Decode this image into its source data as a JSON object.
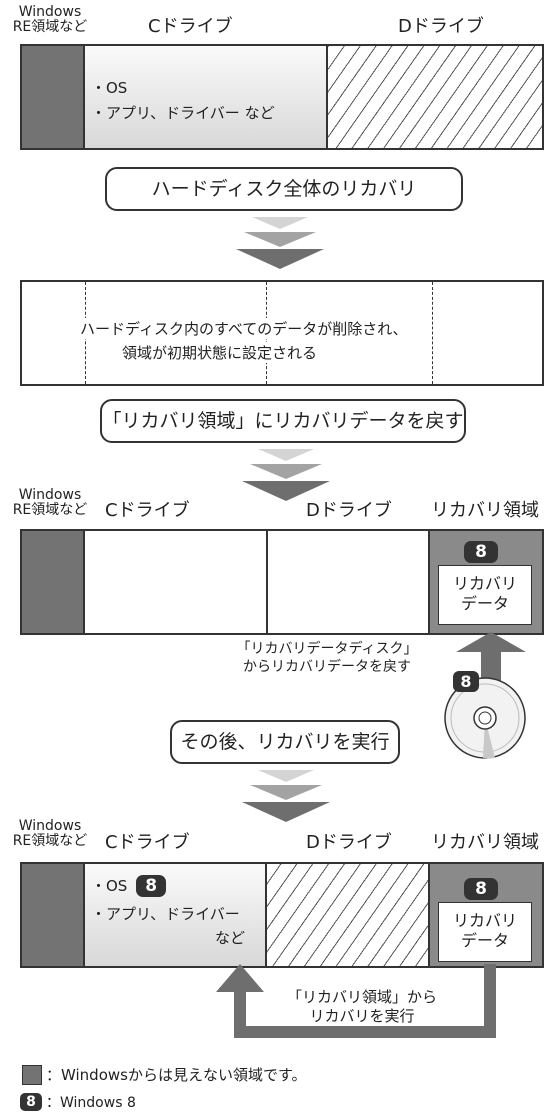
{
  "labels": {
    "windows_re": "Windows\nRE領域など",
    "c_drive": "Cドライブ",
    "d_drive": "Dドライブ",
    "recovery_area": "リカバリ領域"
  },
  "stage1": {
    "bullets": [
      "・OS",
      "・アプリ、ドライバー など"
    ]
  },
  "step1": "ハードディスク全体のリカバリ",
  "stage2": {
    "message_line1": "ハードディスク内のすべてのデータが削除され、",
    "message_line2": "領域が初期状態に設定される"
  },
  "step2": "「リカバリ領域」にリカバリデータを戻す",
  "stage3": {
    "badge": "8",
    "recovery_data": "リカバリ\nデータ",
    "disc_note": "「リカバリデータディスク」\nからリカバリデータを戻す"
  },
  "step3": "その後、リカバリを実行",
  "stage4": {
    "bullet_os": "・OS",
    "bullet_apps": "・アプリ、ドライバー",
    "bullet_apps_2": "など",
    "badge": "8",
    "recovery_data": "リカバリ\nデータ",
    "execute_note": "「リカバリ領域」から\nリカバリを実行"
  },
  "legend": {
    "gray_text": "：Windowsからは見えない領域です。",
    "badge": "8",
    "badge_text": "：Windows 8"
  },
  "colors": {
    "hidden_area": "#737373",
    "recovery_area": "#8a8a8a",
    "arrow_dark": "#6e6e6e",
    "arrow_light": "#d4d4d4"
  }
}
